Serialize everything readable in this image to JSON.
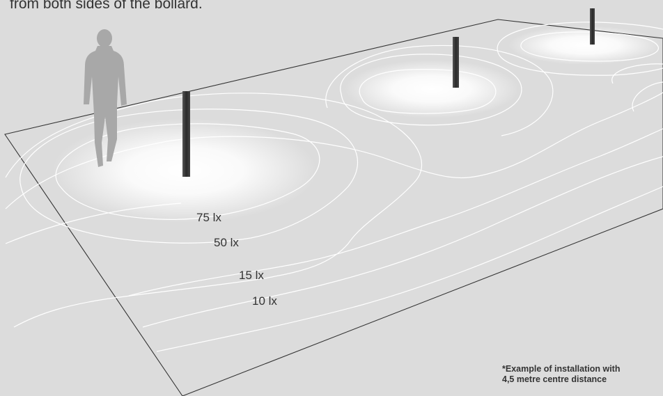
{
  "caption": "from both sides of the bollard.",
  "lux_labels": [
    "75 lx",
    "50 lx",
    "15 lx",
    "10 lx"
  ],
  "note": {
    "line1": "*Example of installation with",
    "line2": "4,5 metre centre distance"
  },
  "colors": {
    "background": "#dcdcdc",
    "contour": "#ffffff",
    "bollard": "#3a3a3a",
    "person": "#a8a8a8",
    "text": "#333333"
  }
}
